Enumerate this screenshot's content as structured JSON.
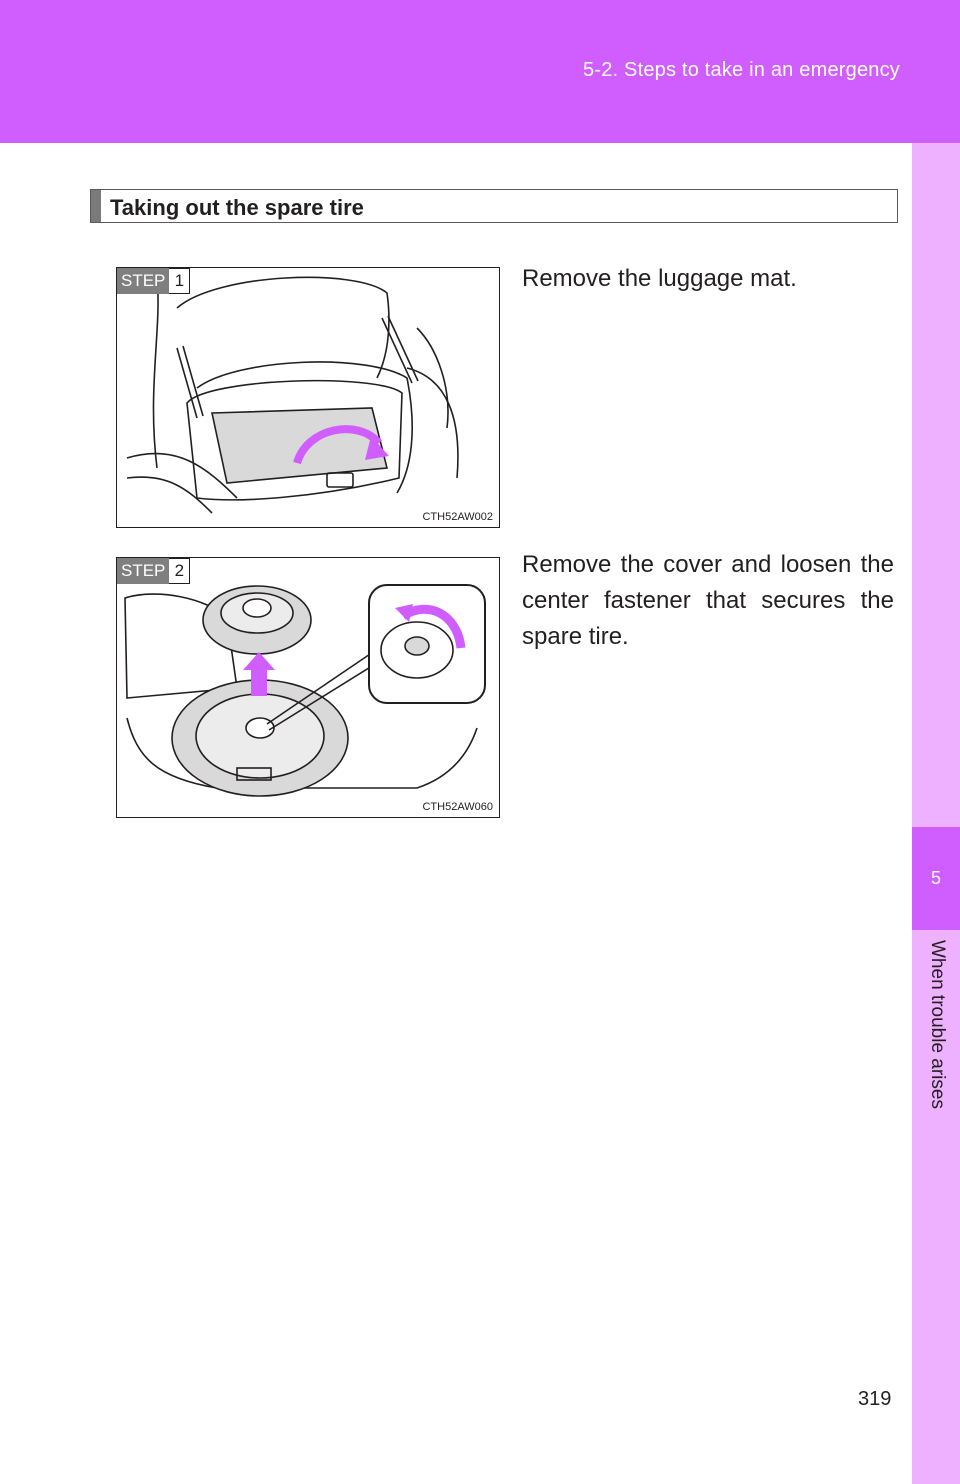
{
  "header": {
    "title": "5-2. Steps to take in an emergency"
  },
  "side_tab": {
    "chapter_number": "5",
    "chapter_label": "When trouble arises"
  },
  "section": {
    "title": "Taking out the spare tire"
  },
  "steps": [
    {
      "step_word": "STEP",
      "number": "1",
      "figure_code": "CTH52AW002",
      "text": "Remove the luggage mat."
    },
    {
      "step_word": "STEP",
      "number": "2",
      "figure_code": "CTH52AW060",
      "text": "Remove the cover and loosen the center fastener that secures the spare tire."
    }
  ],
  "page_number": "319",
  "colors": {
    "header": "#d05eff",
    "side_tab": "#eeb1ff",
    "arrow": "#d05eff"
  }
}
